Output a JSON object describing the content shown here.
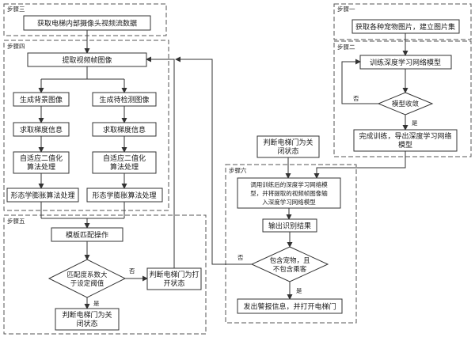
{
  "steps": {
    "s1": "步骤一",
    "s2": "步骤二",
    "s3": "步骤三",
    "s4": "步骤四",
    "s5": "步骤五",
    "s6": "步骤六"
  },
  "boxes": {
    "get_video": "获取电梯内部摄像头视频流数据",
    "get_images": "获取各种宠物图片，建立图片集",
    "train_model": "训练深度学习网络模型",
    "model_converge": "模型收敛",
    "finish_train_l1": "完成训练，导出深度学习网络",
    "finish_train_l2": "模型",
    "extract_frame": "提取视频帧图像",
    "gen_bg": "生成背景图像",
    "gen_detect": "生成待检测图像",
    "grad_left": "求取梯度信息",
    "grad_right": "求取梯度信息",
    "bin_left_l1": "自适应二值化",
    "bin_left_l2": "算法处理",
    "bin_right_l1": "自适应二值化",
    "bin_right_l2": "算法处理",
    "morph_left": "形态学膨胀算法处理",
    "morph_right": "形态学膨胀算法处理",
    "template_match": "模板匹配操作",
    "match_decision_l1": "匹配度系数大",
    "match_decision_l2": "于设定阈值",
    "door_open_l1": "判断电梯门为打",
    "door_open_l2": "开状态",
    "door_closed_left_l1": "判断电梯门为关",
    "door_closed_left_l2": "闭状态",
    "door_closed_top_l1": "判断电梯门为关",
    "door_closed_top_l2": "闭状态",
    "invoke_model_l1": "调用训练后的深度学习网络模",
    "invoke_model_l2": "型，并将提取的视频帧图像输",
    "invoke_model_l3": "入深度学习网络模型",
    "output_result": "输出识别结果",
    "pet_decision_l1": "包含宠物，且",
    "pet_decision_l2": "不包含乘客",
    "alarm": "发出警报信息，并打开电梯门"
  },
  "labels": {
    "no_converge": "否",
    "yes_converge": "是",
    "no_match": "否",
    "yes_match": "是",
    "no_pet": "否",
    "yes_pet": "是"
  }
}
